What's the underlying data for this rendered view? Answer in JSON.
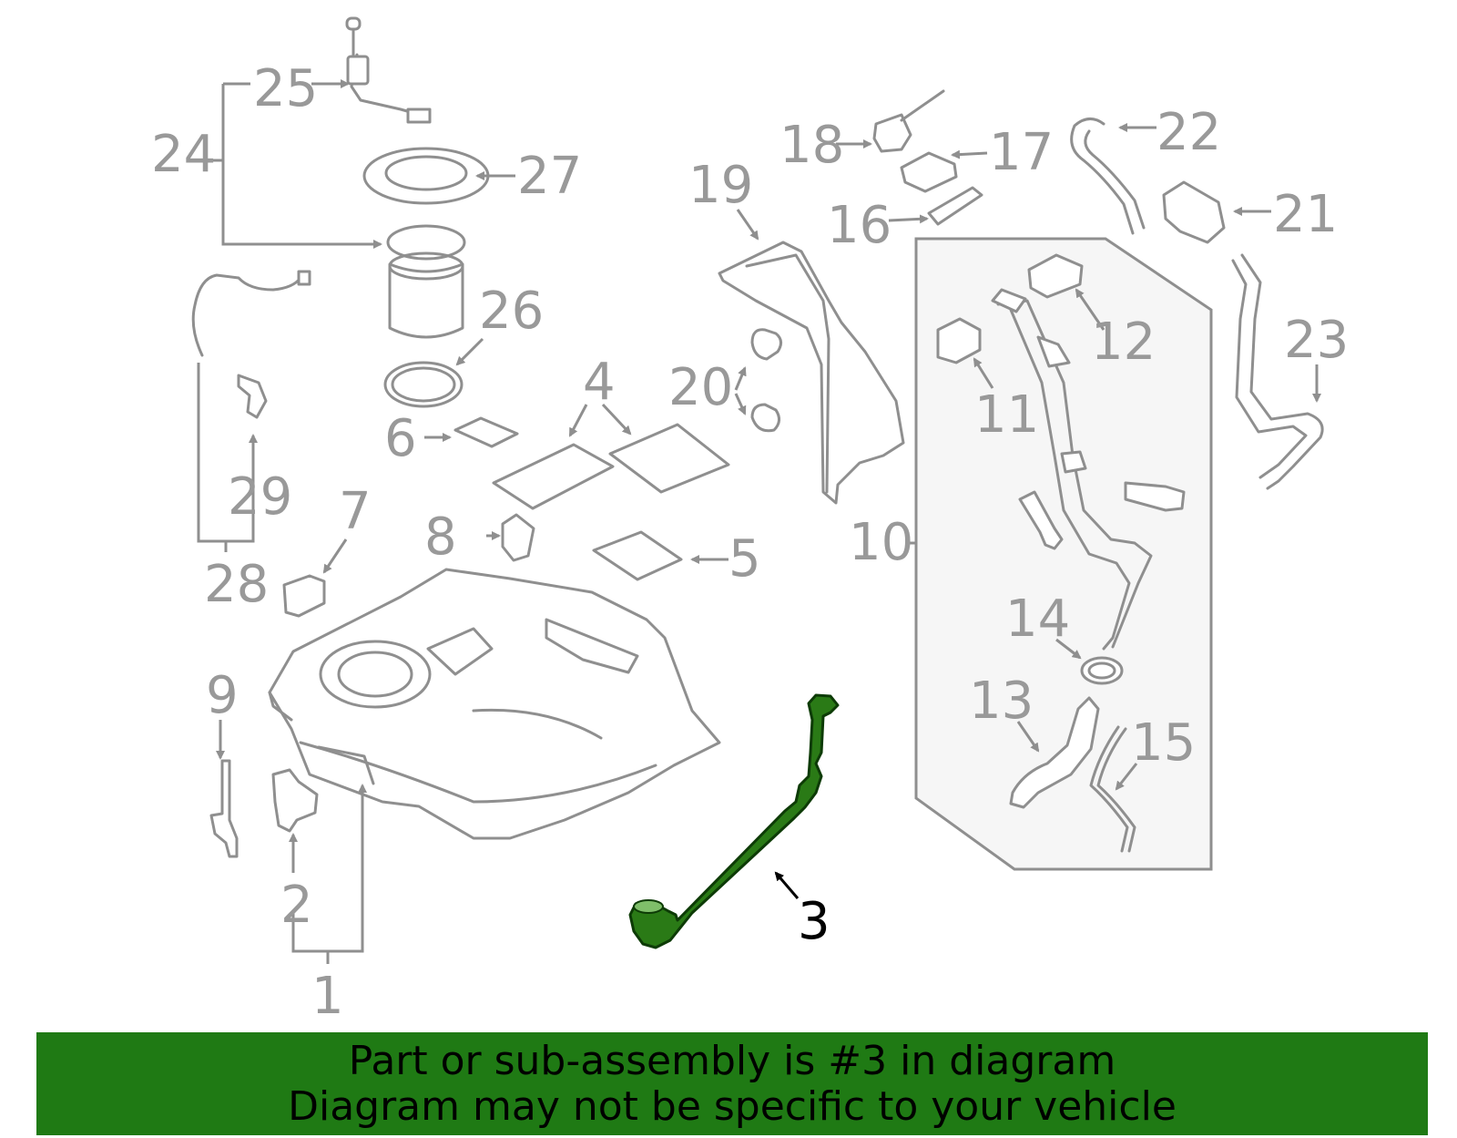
{
  "callouts": {
    "c1": "1",
    "c2": "2",
    "c3": "3",
    "c4": "4",
    "c5": "5",
    "c6": "6",
    "c7": "7",
    "c8": "8",
    "c9": "9",
    "c10": "10",
    "c11": "11",
    "c12": "12",
    "c13": "13",
    "c14": "14",
    "c15": "15",
    "c16": "16",
    "c17": "17",
    "c18": "18",
    "c19": "19",
    "c20": "20",
    "c21": "21",
    "c22": "22",
    "c23": "23",
    "c24": "24",
    "c25": "25",
    "c26": "26",
    "c27": "27",
    "c28": "28",
    "c29": "29"
  },
  "banner": {
    "line1": "Part or sub-assembly is #3 in diagram",
    "line2": "Diagram may not be specific to your vehicle"
  },
  "colors": {
    "highlight": "#2a7a16",
    "banner": "#1f7a14",
    "lines": "#8f8f8f"
  }
}
